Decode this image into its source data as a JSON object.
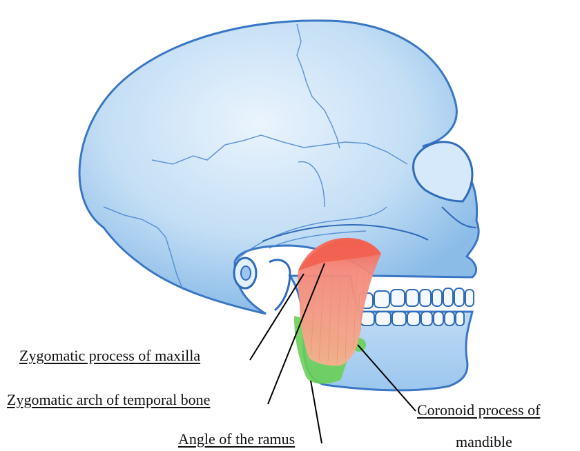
{
  "labels": {
    "zygomatic_process": "Zygomatic process of maxilla",
    "zygomatic_arch": "Zygomatic arch of temporal bone",
    "angle_ramus": "Angle of the ramus",
    "coronoid_line1": "Coronoid process of",
    "coronoid_line2": "mandible"
  },
  "colors": {
    "bone_fill": "#b9d8f3",
    "bone_outline": "#3b78c8",
    "muscle_red": "#f26a5a",
    "muscle_salmon": "#f5a58c",
    "muscle_green": "#6fd35a"
  }
}
